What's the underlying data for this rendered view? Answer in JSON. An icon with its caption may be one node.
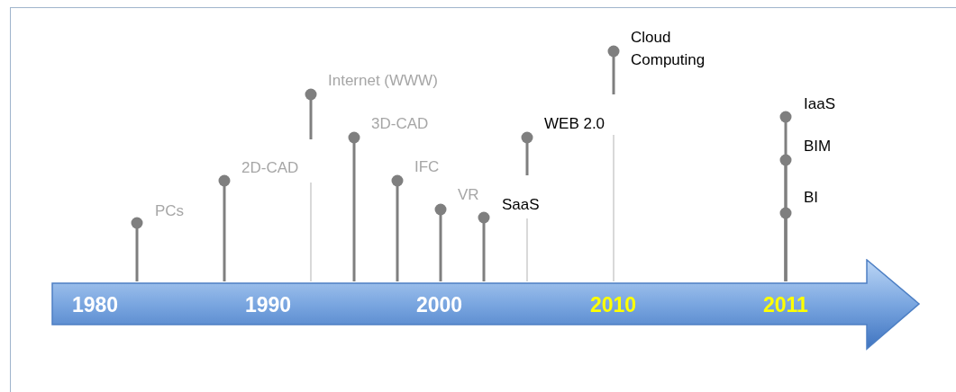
{
  "diagram": {
    "nodes": [
      {
        "text": [
          "1980",
          "1990",
          "2000",
          "2010",
          "2011"
        ]
      },
      {
        "text": [
          "PCs"
        ]
      },
      {
        "text": [
          "2D-CAD"
        ]
      },
      {
        "text": [
          "Internet (WWW)"
        ]
      },
      {
        "text": [
          "3D-CAD"
        ]
      },
      {
        "text": [
          "IFC"
        ]
      },
      {
        "text": [
          "VR"
        ]
      },
      {
        "text": [
          "SaaS"
        ]
      },
      {
        "text": [
          "WEB 2.0"
        ]
      },
      {
        "text": [
          "Cloud Computing"
        ]
      },
      {
        "text": [
          "IaaS"
        ]
      },
      {
        "text": [
          "BIM"
        ]
      },
      {
        "text": [
          "BI"
        ]
      }
    ]
  }
}
